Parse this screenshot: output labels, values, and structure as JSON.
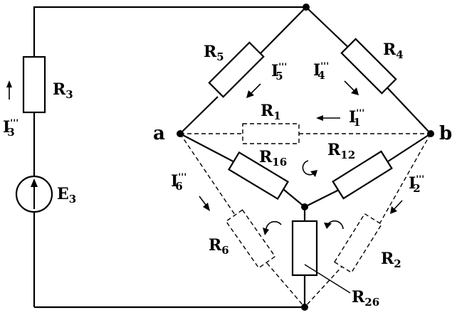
{
  "nodes": {
    "a": "a",
    "b": "b"
  },
  "resistors": {
    "R1": {
      "base": "R",
      "sub": "1"
    },
    "R2": {
      "base": "R",
      "sub": "2"
    },
    "R3": {
      "base": "R",
      "sub": "3"
    },
    "R4": {
      "base": "R",
      "sub": "4"
    },
    "R5": {
      "base": "R",
      "sub": "5"
    },
    "R6": {
      "base": "R",
      "sub": "6"
    },
    "R12": {
      "base": "R",
      "sub": "12"
    },
    "R16": {
      "base": "R",
      "sub": "16"
    },
    "R26": {
      "base": "R",
      "sub": "26"
    }
  },
  "source": {
    "base": "E",
    "sub": "3"
  },
  "currents": {
    "I1": {
      "base": "I",
      "sup": "'''",
      "sub": "1"
    },
    "I2": {
      "base": "I",
      "sup": "'''",
      "sub": "2"
    },
    "I3": {
      "base": "I",
      "sup": "'''",
      "sub": "3"
    },
    "I4": {
      "base": "I",
      "sup": "'''",
      "sub": "4"
    },
    "I5": {
      "base": "I",
      "sup": "'''",
      "sub": "5"
    },
    "I6": {
      "base": "I",
      "sup": "'''",
      "sub": "6"
    }
  }
}
